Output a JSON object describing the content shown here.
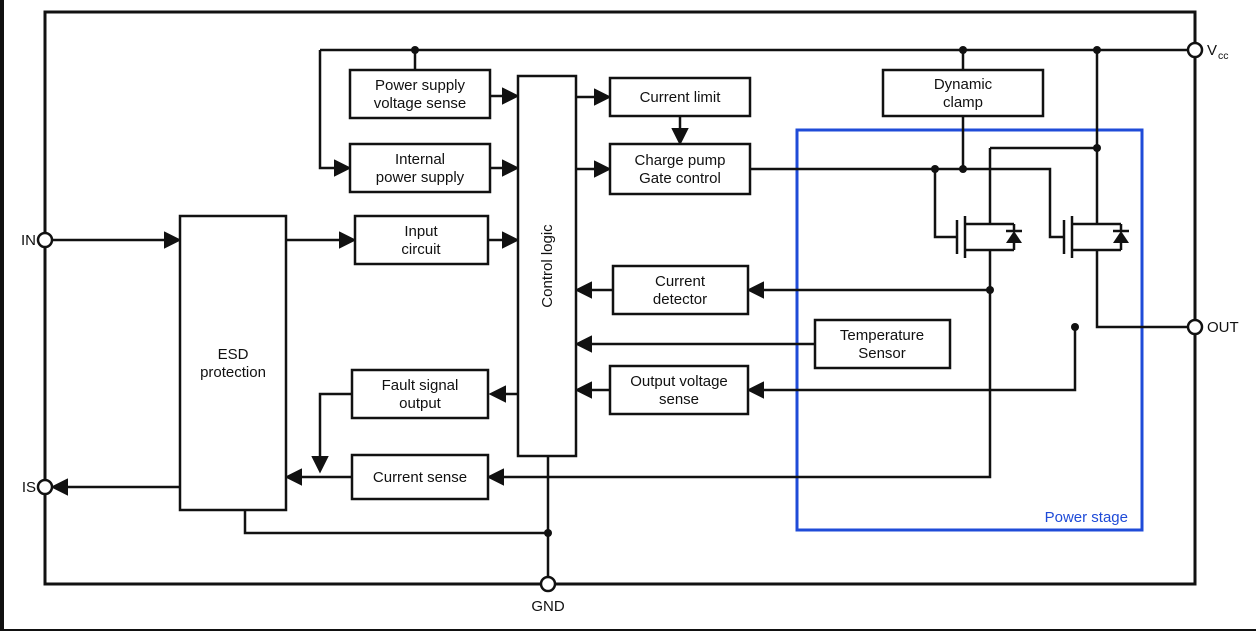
{
  "diagram": {
    "terminals": {
      "in": "IN",
      "is": "IS",
      "gnd": "GND",
      "out": "OUT",
      "vcc_main": "V",
      "vcc_sub": "cc"
    },
    "blocks": {
      "power_supply_voltage_sense": {
        "line1": "Power supply",
        "line2": "voltage sense"
      },
      "internal_power_supply": {
        "line1": "Internal",
        "line2": "power supply"
      },
      "input_circuit": {
        "line1": "Input",
        "line2": "circuit"
      },
      "esd_protection": {
        "line1": "ESD",
        "line2": "protection"
      },
      "control_logic": {
        "label": "Control logic"
      },
      "current_limit": {
        "label": "Current limit"
      },
      "charge_pump_gate_control": {
        "line1": "Charge pump",
        "line2": "Gate control"
      },
      "current_detector": {
        "line1": "Current",
        "line2": "detector"
      },
      "temperature_sensor": {
        "line1": "Temperature",
        "line2": "Sensor"
      },
      "output_voltage_sense": {
        "line1": "Output voltage",
        "line2": "sense"
      },
      "fault_signal_output": {
        "line1": "Fault signal",
        "line2": "output"
      },
      "current_sense": {
        "label": "Current sense"
      },
      "dynamic_clamp": {
        "line1": "Dynamic",
        "line2": "clamp"
      }
    },
    "power_stage": {
      "label": "Power stage",
      "accent_color": "#1f4bd8"
    },
    "colors": {
      "line": "#111111",
      "background": "#ffffff"
    }
  }
}
